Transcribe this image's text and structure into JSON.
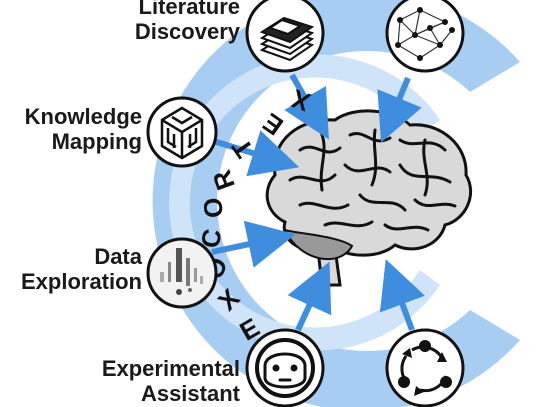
{
  "labels": {
    "literature_discovery": [
      "Literature",
      "Discovery"
    ],
    "knowledge_mapping": [
      "Knowledge",
      "Mapping"
    ],
    "data_exploration": [
      "Data",
      "Exploration"
    ],
    "experimental_assistant": [
      "Experimental",
      "Assistant"
    ]
  },
  "arc_text": [
    "E",
    "X",
    "O",
    "C",
    "O",
    "R",
    "T",
    "E",
    "X"
  ],
  "icons": [
    "document-stack-icon",
    "network-graph-icon",
    "maze-cube-icon",
    "data-exploration-image-icon",
    "robot-assistant-icon",
    "circular-arrows-icon",
    "brain-icon"
  ],
  "colors": {
    "outer_ring": "#a8cdf3",
    "inner_ring": "#cfe3f9",
    "arrow": "#3f8ddf",
    "icon_stroke": "#111111"
  }
}
